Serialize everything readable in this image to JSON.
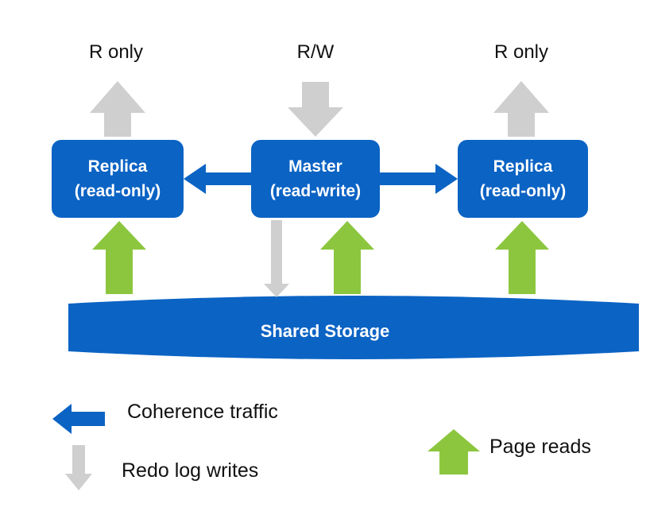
{
  "top_labels": {
    "left": "R only",
    "center": "R/W",
    "right": "R only"
  },
  "nodes": {
    "replica_left": {
      "line1": "Replica",
      "line2": "(read-only)"
    },
    "master": {
      "line1": "Master",
      "line2": "(read-write)"
    },
    "replica_right": {
      "line1": "Replica",
      "line2": "(read-only)"
    }
  },
  "storage": {
    "label": "Shared Storage"
  },
  "legend": {
    "coherence": "Coherence traffic",
    "redo": "Redo log writes",
    "page_reads": "Page reads"
  },
  "colors": {
    "blue": "#0b63c4",
    "gray": "#cfcfcf",
    "green": "#8cc63f"
  }
}
